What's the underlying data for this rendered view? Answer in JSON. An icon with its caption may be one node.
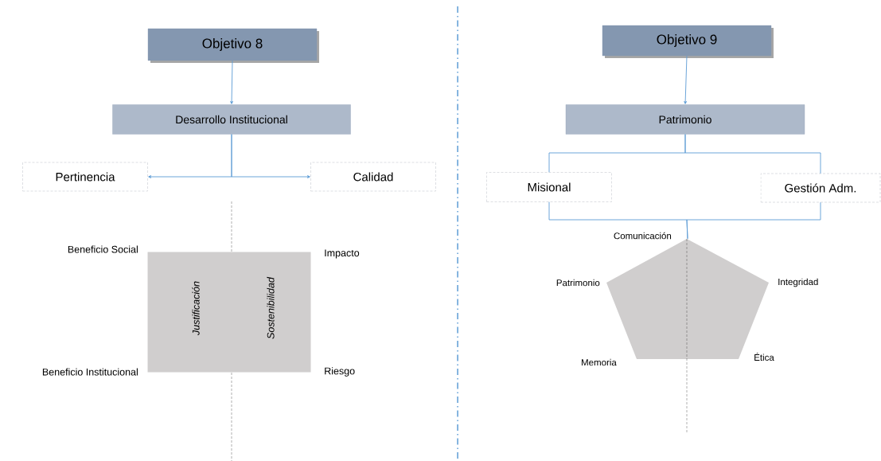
{
  "diagram": {
    "nodes": [
      {
        "text": [
          "Objetivo 8"
        ]
      },
      {
        "text": [
          "Desarrollo Institucional"
        ]
      },
      {
        "text": [
          "Pertinencia"
        ]
      },
      {
        "text": [
          "Calidad"
        ]
      },
      {
        "text": [
          "Justificación",
          "Sostenibilidad"
        ]
      },
      {
        "text": [
          "Objetivo 9"
        ]
      },
      {
        "text": [
          "Patrimonio"
        ]
      },
      {
        "text": [
          "Misional"
        ]
      },
      {
        "text": [
          "Gestión Adm."
        ]
      },
      {
        "text": [],
        "shape": "pentagon"
      }
    ],
    "edges": [
      {
        "from": 0,
        "to": 1,
        "arrow": "to"
      },
      {
        "from": 1,
        "to": 2,
        "arrow": "to"
      },
      {
        "from": 1,
        "to": 3,
        "arrow": "to"
      },
      {
        "from": 5,
        "to": 6,
        "arrow": "to"
      },
      {
        "from": 6,
        "to": 7,
        "arrow": "none"
      },
      {
        "from": 6,
        "to": 8,
        "arrow": "none"
      },
      {
        "from": 7,
        "to": 9,
        "arrow": "none"
      },
      {
        "from": 8,
        "to": 9,
        "arrow": "none"
      }
    ],
    "labels": [
      "Beneficio Social",
      "Impacto",
      "Beneficio Institucional",
      "Riesgo",
      "Comunicación",
      "Patrimonio",
      "Integridad",
      "Memoria",
      "Ética"
    ]
  }
}
